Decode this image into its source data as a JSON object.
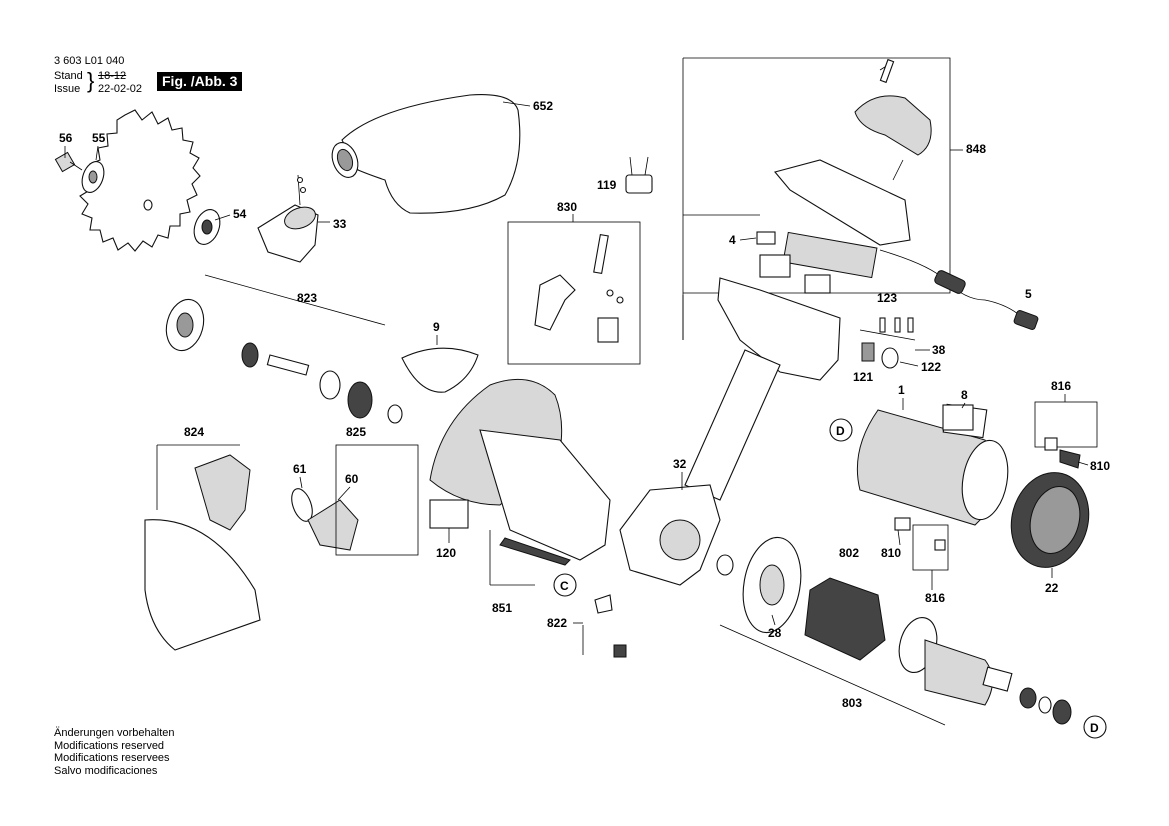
{
  "header": {
    "doc_number": "3 603 L01 040",
    "stand_label": "Stand",
    "issue_label": "Issue",
    "stand_value": "18-12",
    "issue_value": "22-02-02",
    "fig_label": "Fig. /Abb. 3"
  },
  "notes": [
    "Änderungen vorbehalten",
    "Modifications reserved",
    "Modifications reservees",
    "Salvo modificaciones"
  ],
  "part_labels": {
    "p652": "652",
    "p56": "56",
    "p55": "55",
    "p54": "54",
    "p33": "33",
    "p119": "119",
    "p848": "848",
    "p830": "830",
    "p4": "4",
    "p823": "823",
    "p9": "9",
    "p123": "123",
    "p5": "5",
    "p38": "38",
    "p121": "121",
    "p122": "122",
    "p1": "1",
    "p8": "8",
    "p816a": "816",
    "pDa": "D",
    "p824": "824",
    "p825": "825",
    "p61": "61",
    "p60": "60",
    "p32": "32",
    "p810a": "810",
    "p120": "120",
    "p802": "802",
    "p810b": "810",
    "p22": "22",
    "pC": "C",
    "p851": "851",
    "p816b": "816",
    "p28": "28",
    "p822": "822",
    "p803": "803",
    "pDb": "D"
  }
}
